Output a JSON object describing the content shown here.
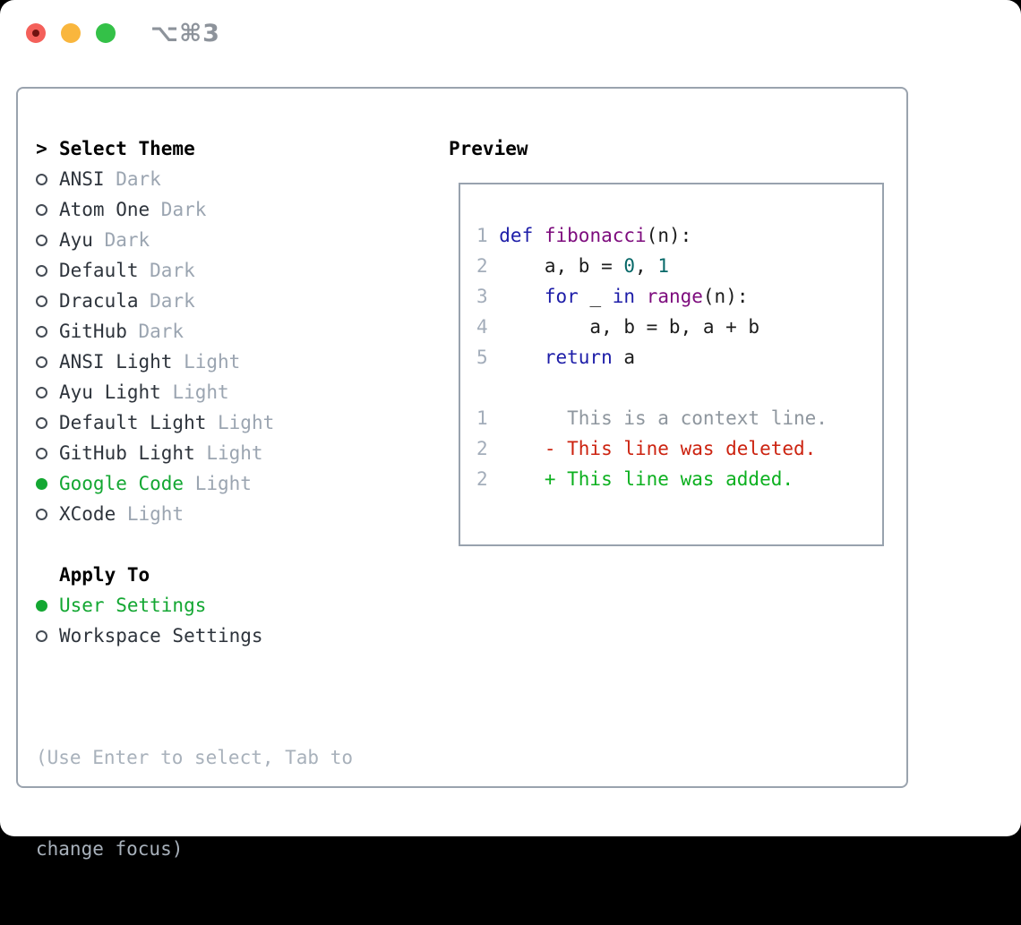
{
  "window": {
    "shortcut_label": "⌥⌘3",
    "traffic_lights": [
      "close",
      "minimize",
      "zoom"
    ]
  },
  "theme_panel": {
    "header": {
      "caret": ">",
      "label": "Select Theme"
    },
    "themes": [
      {
        "name": "ANSI",
        "variant": "Dark",
        "selected": false
      },
      {
        "name": "Atom One",
        "variant": "Dark",
        "selected": false
      },
      {
        "name": "Ayu",
        "variant": "Dark",
        "selected": false
      },
      {
        "name": "Default",
        "variant": "Dark",
        "selected": false
      },
      {
        "name": "Dracula",
        "variant": "Dark",
        "selected": false
      },
      {
        "name": "GitHub",
        "variant": "Dark",
        "selected": false
      },
      {
        "name": "ANSI Light",
        "variant": "Light",
        "selected": false
      },
      {
        "name": "Ayu Light",
        "variant": "Light",
        "selected": false
      },
      {
        "name": "Default Light",
        "variant": "Light",
        "selected": false
      },
      {
        "name": "GitHub Light",
        "variant": "Light",
        "selected": false
      },
      {
        "name": "Google Code",
        "variant": "Light",
        "selected": true
      },
      {
        "name": "XCode",
        "variant": "Light",
        "selected": false
      }
    ],
    "apply_to": {
      "label": "Apply To",
      "options": [
        {
          "label": "User Settings",
          "selected": true
        },
        {
          "label": "Workspace Settings",
          "selected": false
        }
      ]
    },
    "hint_lines": [
      "(Use Enter to select, Tab to",
      "change focus)"
    ]
  },
  "preview": {
    "label": "Preview",
    "code_lines": [
      {
        "num": "1",
        "tokens": [
          [
            "kw",
            "def"
          ],
          [
            "pl",
            " "
          ],
          [
            "fn",
            "fibonacci"
          ],
          [
            "pl",
            "(n):"
          ]
        ]
      },
      {
        "num": "2",
        "tokens": [
          [
            "pl",
            "    a, b = "
          ],
          [
            "num",
            "0"
          ],
          [
            "pl",
            ", "
          ],
          [
            "num",
            "1"
          ]
        ]
      },
      {
        "num": "3",
        "tokens": [
          [
            "pl",
            "    "
          ],
          [
            "kw",
            "for"
          ],
          [
            "pl",
            " _ "
          ],
          [
            "kw",
            "in"
          ],
          [
            "pl",
            " "
          ],
          [
            "fn",
            "range"
          ],
          [
            "pl",
            "(n):"
          ]
        ]
      },
      {
        "num": "4",
        "tokens": [
          [
            "pl",
            "        a, b = b, a + b"
          ]
        ]
      },
      {
        "num": "5",
        "tokens": [
          [
            "pl",
            "    "
          ],
          [
            "kw",
            "return"
          ],
          [
            "pl",
            " a"
          ]
        ]
      },
      {
        "blank": true
      },
      {
        "num": "1",
        "tokens": [
          [
            "ctx",
            "      This is a context line."
          ]
        ]
      },
      {
        "num": "2",
        "tokens": [
          [
            "del",
            "    - This line was deleted."
          ]
        ]
      },
      {
        "num": "2",
        "tokens": [
          [
            "add",
            "    + This line was added."
          ]
        ]
      }
    ]
  },
  "colors": {
    "selected_green": "#13a732",
    "added_green": "#0cb01f",
    "deleted_red": "#cc2310",
    "keyword_blue": "#1d1da8",
    "function_purple": "#7d0b7d",
    "number_teal": "#076868",
    "muted_gray": "#9ba5b1",
    "frame_border": "#9aa3ae",
    "traffic_red": "#f4605a",
    "traffic_yellow": "#f9b63d",
    "traffic_green": "#34c148"
  }
}
